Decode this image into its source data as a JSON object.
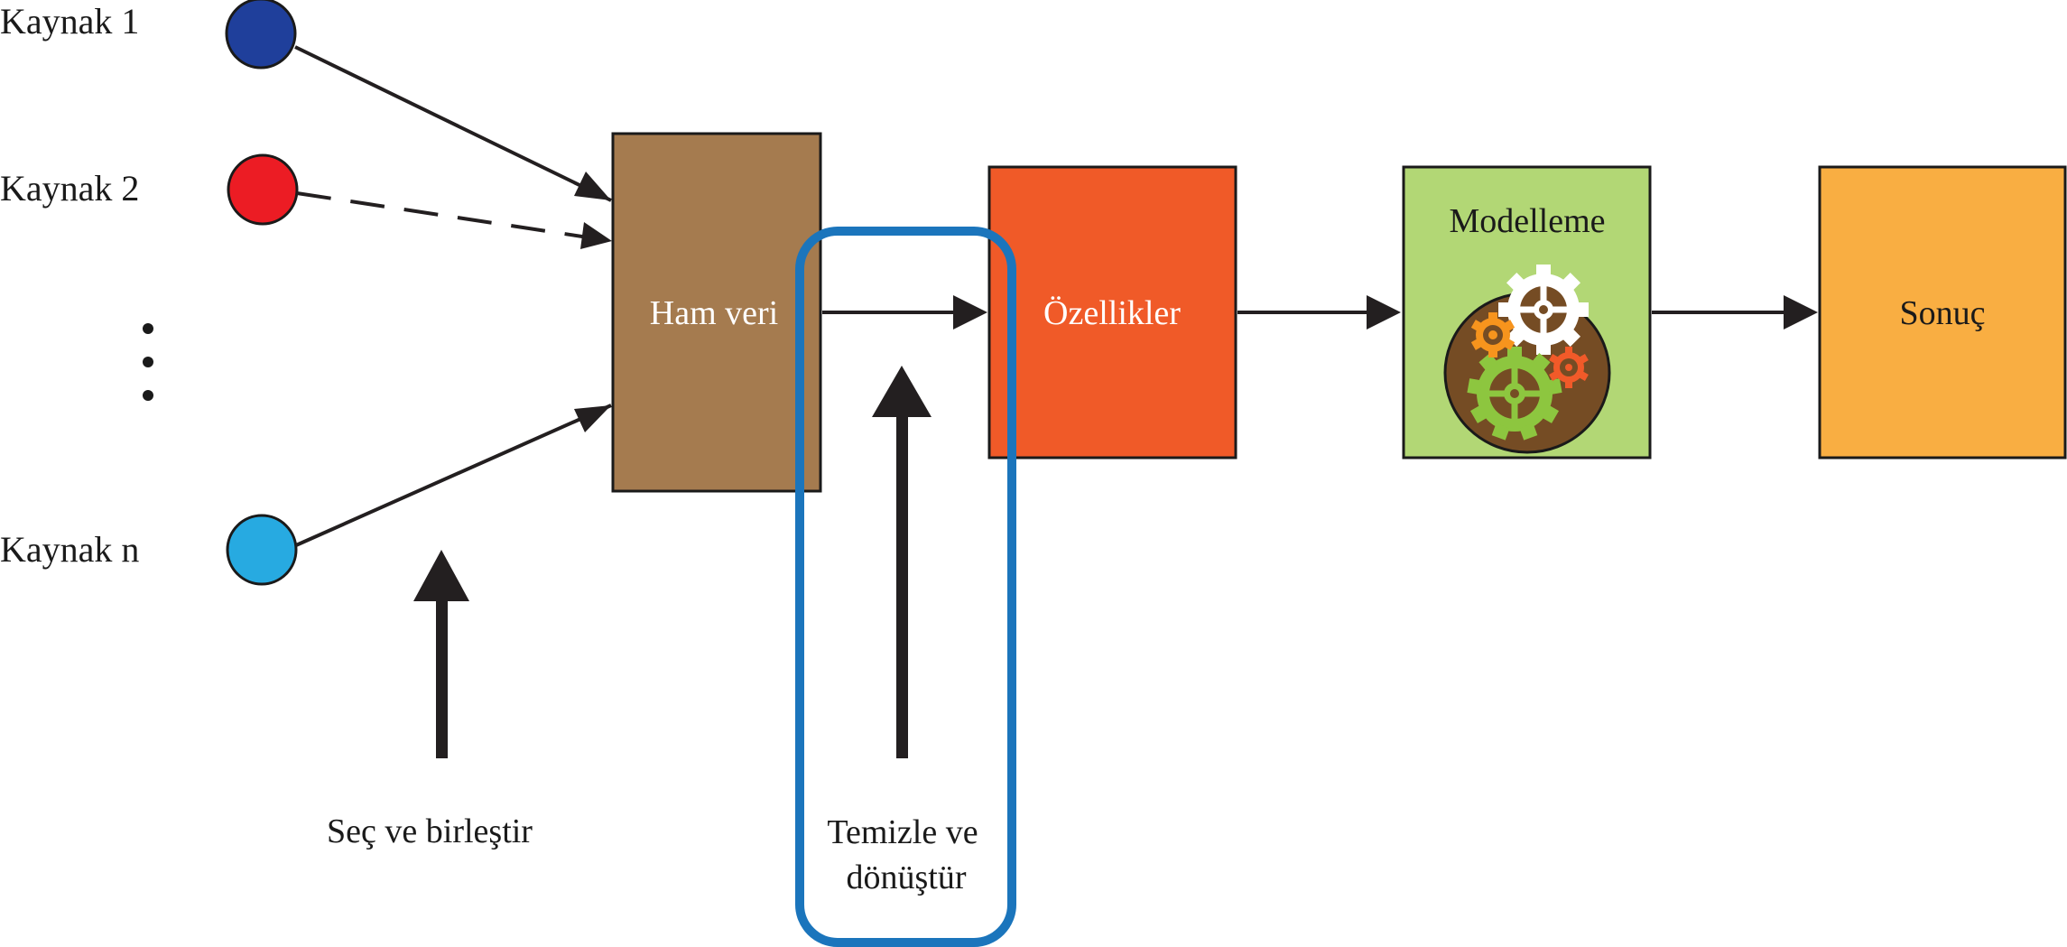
{
  "sources": [
    {
      "label": "Kaynak 1",
      "color": "#1f3f9b"
    },
    {
      "label": "Kaynak 2",
      "color": "#ec1c24"
    },
    {
      "label": "Kaynak n",
      "color": "#27aae1"
    }
  ],
  "boxes": {
    "raw": {
      "label": "Ham veri",
      "color": "#a57b4f"
    },
    "features": {
      "label": "Özellikler",
      "color": "#f05a28"
    },
    "modeling": {
      "label": "Modelleme",
      "color": "#b2d775"
    },
    "result": {
      "label": "Sonuç",
      "color": "#f9ae42"
    }
  },
  "steps": {
    "select": {
      "label": "Seç ve birleştir"
    },
    "clean": {
      "line1": "Temizle ve",
      "line2": "dönüştür"
    }
  },
  "colors": {
    "highlight_frame": "#1b75bc",
    "gear_oval": "#754c24",
    "gear_white": "#ffffff",
    "gear_green": "#8dc63f",
    "gear_orange": "#f7941d",
    "gear_red": "#f15a29",
    "arrow": "#231f20"
  },
  "icons": {
    "gears": "gears-icon"
  }
}
